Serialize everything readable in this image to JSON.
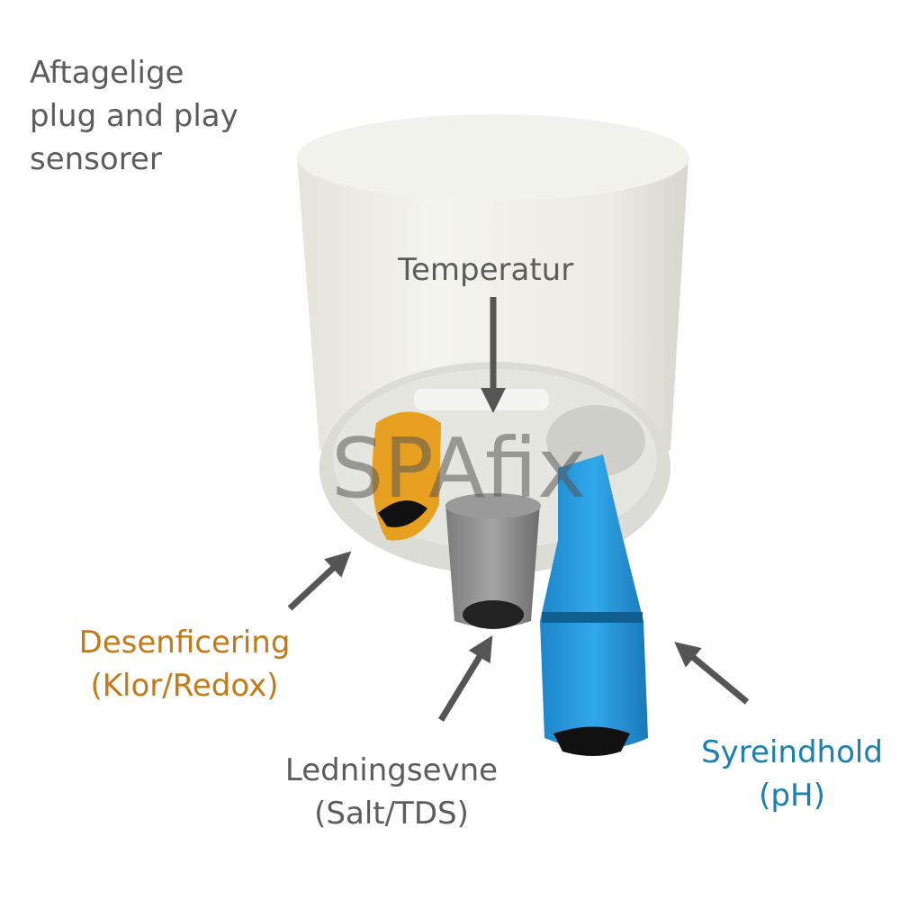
{
  "title": {
    "lines": [
      "Aftagelige",
      "plug and play",
      "sensorer"
    ]
  },
  "labels": {
    "temperature": "Temperatur",
    "disinfection": {
      "line1": "Desenficering",
      "line2": "(Klor/Redox)"
    },
    "conductivity": {
      "line1": "Ledningsevne",
      "line2": "(Salt/TDS)"
    },
    "acidity": {
      "line1": "Syreindhold",
      "line2": "(pH)"
    }
  },
  "watermark": "SPAfix",
  "colors": {
    "text": "#5c5c5c",
    "orange": "#c27a1a",
    "blue": "#1a7fb2",
    "arrow": "#555555"
  }
}
